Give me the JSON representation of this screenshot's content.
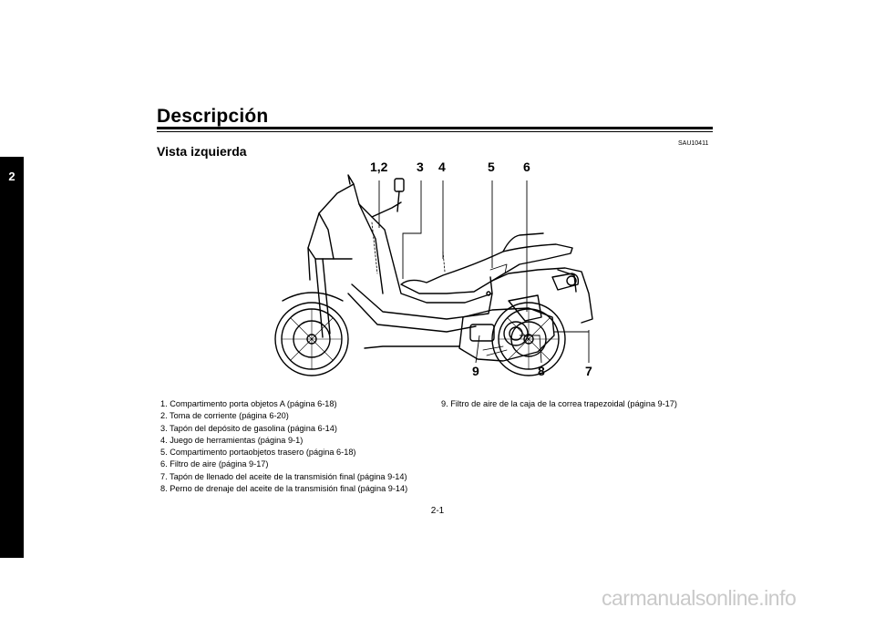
{
  "section_tab": "2",
  "header": {
    "title": "Descripción",
    "code": "SAU10411"
  },
  "subtitle": "Vista izquierda",
  "diagram": {
    "callouts": {
      "c12": "1,2",
      "c3": "3",
      "c4": "4",
      "c5": "5",
      "c6": "6",
      "c7": "7",
      "c8": "8",
      "c9": "9"
    }
  },
  "parts_left": [
    "1. Compartimento porta objetos A (página 6-18)",
    "2. Toma de corriente (página 6-20)",
    "3. Tapón del depósito de gasolina (página 6-14)",
    "4. Juego de herramientas (página 9-1)",
    "5. Compartimento portaobjetos trasero (página 6-18)",
    "6. Filtro de aire (página 9-17)",
    "7. Tapón de llenado del aceite de la transmisión final (página 9-14)",
    "8. Perno de drenaje del aceite de la transmisión final (página 9-14)"
  ],
  "parts_right": [
    "9. Filtro de aire de la caja de la correa trapezoidal (página 9-17)"
  ],
  "page_number": "2-1",
  "watermark": "carmanualsonline.info"
}
